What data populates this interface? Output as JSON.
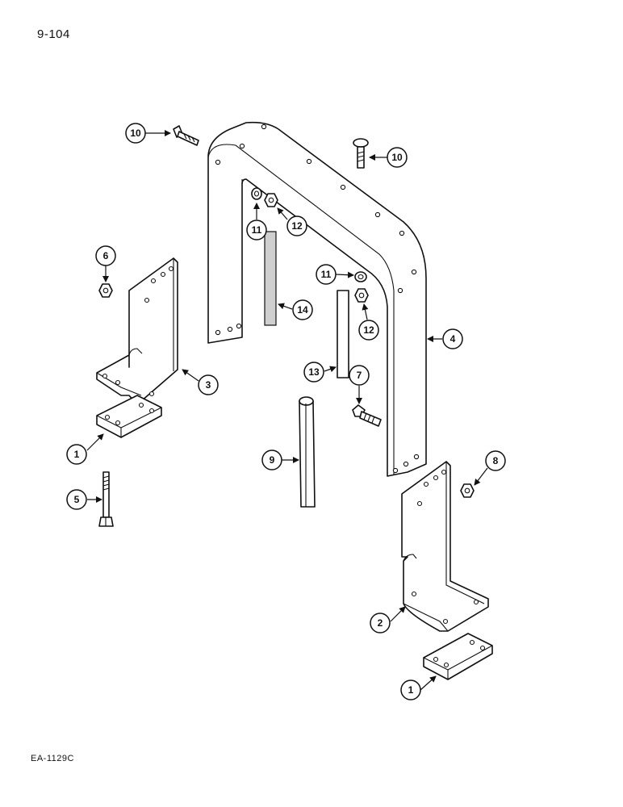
{
  "page": {
    "number": "9-104",
    "figure_code": "EA-1129C"
  },
  "callouts": [
    {
      "id": "10a",
      "label": "10"
    },
    {
      "id": "10b",
      "label": "10"
    },
    {
      "id": "11a",
      "label": "11"
    },
    {
      "id": "12a",
      "label": "12"
    },
    {
      "id": "6",
      "label": "6"
    },
    {
      "id": "11b",
      "label": "11"
    },
    {
      "id": "14",
      "label": "14"
    },
    {
      "id": "12b",
      "label": "12"
    },
    {
      "id": "4",
      "label": "4"
    },
    {
      "id": "3",
      "label": "3"
    },
    {
      "id": "13",
      "label": "13"
    },
    {
      "id": "7",
      "label": "7"
    },
    {
      "id": "1a",
      "label": "1"
    },
    {
      "id": "9",
      "label": "9"
    },
    {
      "id": "8",
      "label": "8"
    },
    {
      "id": "5",
      "label": "5"
    },
    {
      "id": "2",
      "label": "2"
    },
    {
      "id": "1b",
      "label": "1"
    }
  ]
}
